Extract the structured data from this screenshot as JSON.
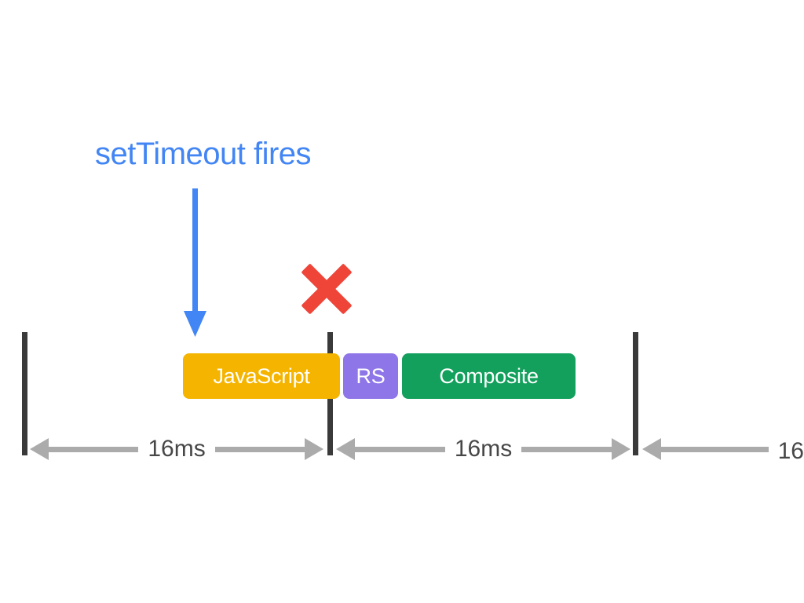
{
  "annotation": {
    "label": "setTimeout fires",
    "color": "#4285F4"
  },
  "x_mark": {
    "icon": "x-mark-icon",
    "color": "#EF4438"
  },
  "frame_boundaries": {
    "color": "#3A3A3A"
  },
  "tasks": [
    {
      "label": "JavaScript",
      "color": "#F4B400"
    },
    {
      "label": "RS",
      "color": "#8E75E8"
    },
    {
      "label": "Composite",
      "color": "#12A05C"
    }
  ],
  "measures": {
    "arrow_color": "#ABABAB",
    "label_color": "#474747",
    "items": [
      {
        "label": "16ms"
      },
      {
        "label": "16ms"
      },
      {
        "label": "16"
      }
    ]
  }
}
